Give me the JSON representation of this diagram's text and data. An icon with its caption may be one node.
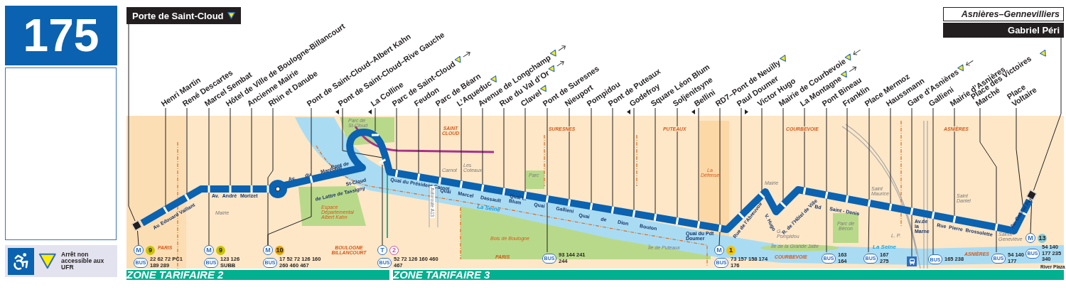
{
  "diagram": {
    "title": "175",
    "nodes": [
      {
        "text": [
          "Porte de Saint-Cloud"
        ]
      },
      {
        "text": [
          "Henri Martin"
        ]
      },
      {
        "text": [
          "René Descartes"
        ]
      },
      {
        "text": [
          "Marcel Sembat"
        ]
      },
      {
        "text": [
          "Hôtel de Ville de Boulogne-Billancourt"
        ]
      },
      {
        "text": [
          "Ancienne Mairie"
        ]
      },
      {
        "text": [
          "Rhin et Danube"
        ]
      },
      {
        "text": [
          "Pont de Saint-Cloud–Albert Kahn"
        ]
      },
      {
        "text": [
          "Pont de Saint-Cloud–Rive Gauche"
        ]
      },
      {
        "text": [
          "La Colline"
        ]
      },
      {
        "text": [
          "Parc de Saint-Cloud"
        ]
      },
      {
        "text": [
          "Feudon"
        ]
      },
      {
        "text": [
          "Parc de Béarn"
        ]
      },
      {
        "text": [
          "L’Aqueduc"
        ]
      },
      {
        "text": [
          "Avenue de Longchamp"
        ]
      },
      {
        "text": [
          "Rue du Val d’Or"
        ]
      },
      {
        "text": [
          "Clavel"
        ]
      },
      {
        "text": [
          "Pont de Suresnes"
        ]
      },
      {
        "text": [
          "Nieuport"
        ]
      },
      {
        "text": [
          "Pompidou"
        ]
      },
      {
        "text": [
          "Pont de Puteaux"
        ]
      },
      {
        "text": [
          "Godefroy"
        ]
      },
      {
        "text": [
          "Square Léon Blum"
        ]
      },
      {
        "text": [
          "Soljenitsyne"
        ]
      },
      {
        "text": [
          "Bellini"
        ]
      },
      {
        "text": [
          "RD7–Pont de Neuilly"
        ]
      },
      {
        "text": [
          "Paul Doumer"
        ]
      },
      {
        "text": [
          "Victor Hugo"
        ]
      },
      {
        "text": [
          "Mairie de Courbevoie"
        ]
      },
      {
        "text": [
          "La Montagne"
        ]
      },
      {
        "text": [
          "Pont Bineau"
        ]
      },
      {
        "text": [
          "Franklin"
        ]
      },
      {
        "text": [
          "Place Mermoz"
        ]
      },
      {
        "text": [
          "Haussmann"
        ]
      },
      {
        "text": [
          "Gare d’Asnières"
        ]
      },
      {
        "text": [
          "Gallieni"
        ]
      },
      {
        "text": [
          "Mairie d’Asnières"
        ]
      },
      {
        "text": [
          "Place des Victoires Marché"
        ]
      },
      {
        "text": [
          "Place Voltaire"
        ]
      },
      {
        "text": [
          "Asnières–Gennevilliers",
          "Gabriel Péri"
        ]
      },
      {
        "text": [],
        "shape": "box"
      },
      {
        "text": [],
        "shape": "box"
      },
      {
        "text": [
          "M",
          "9",
          "BUS",
          "22 62 72 PC1 189 289"
        ]
      },
      {
        "text": [
          "M",
          "9",
          "BUS",
          "123 126 SUBB"
        ]
      },
      {
        "text": [
          "M",
          "10",
          "BUS",
          "17 52 72 126 160 260 460 467"
        ]
      },
      {
        "text": [
          "T",
          "2",
          "BUS",
          "52 72 126 160 460 467"
        ]
      },
      {
        "text": [
          "BUS",
          "93 144 241 244"
        ]
      },
      {
        "text": [
          "M",
          "1",
          "BUS",
          "73 157 158 174 176"
        ]
      },
      {
        "text": [
          "BUS",
          "163 164"
        ]
      },
      {
        "text": [
          "BUS",
          "167 275"
        ]
      },
      {
        "text": [],
        "shape": "picture"
      },
      {
        "text": [
          "BUS",
          "165 238"
        ]
      },
      {
        "text": [
          "BUS",
          "54 140 177"
        ]
      },
      {
        "text": [
          "M",
          "13",
          "BUS",
          "54 140 177 235 340",
          "River Plaza"
        ]
      },
      {
        "text": [],
        "shape": "bar"
      },
      {
        "text": [],
        "shape": "bar"
      },
      {
        "text": [],
        "shape": "bar"
      },
      {
        "text": [],
        "shape": "bar"
      },
      {
        "text": [],
        "shape": "bar"
      },
      {
        "text": [],
        "shape": "bar"
      },
      {
        "text": [],
        "shape": "bar"
      },
      {
        "text": [],
        "shape": "bar"
      },
      {
        "text": [],
        "shape": "bar"
      },
      {
        "text": [],
        "shape": "bar"
      },
      {
        "text": [],
        "shape": "bar"
      },
      {
        "text": [],
        "shape": "bar"
      },
      {
        "text": [],
        "shape": "bar"
      },
      {
        "text": [],
        "shape": "bar"
      },
      {
        "text": [],
        "shape": "bar"
      },
      {
        "text": [],
        "shape": "bar"
      },
      {
        "text": [],
        "shape": "bar"
      },
      {
        "text": [],
        "shape": "bar"
      },
      {
        "text": [],
        "shape": "bar"
      },
      {
        "text": [],
        "shape": "bar"
      },
      {
        "text": [],
        "shape": "bar"
      },
      {
        "text": [],
        "shape": "bar"
      },
      {
        "text": [],
        "shape": "bar"
      },
      {
        "text": [],
        "shape": "bar"
      },
      {
        "text": [],
        "shape": "bar"
      },
      {
        "text": [],
        "shape": "bar"
      },
      {
        "text": [],
        "shape": "bar"
      },
      {
        "text": [],
        "shape": "bar"
      },
      {
        "text": [],
        "shape": "bar"
      },
      {
        "text": [],
        "shape": "bar"
      },
      {
        "text": [],
        "shape": "bar"
      },
      {
        "text": [],
        "shape": "bar"
      },
      {
        "text": [],
        "shape": "bar"
      },
      {
        "text": [],
        "shape": "bar"
      },
      {
        "text": [],
        "shape": "bar"
      },
      {
        "text": [],
        "shape": "bar"
      },
      {
        "text": [],
        "shape": "bar"
      },
      {
        "text": [],
        "shape": "bar"
      }
    ],
    "edges": [
      {
        "from": 0,
        "to": 40,
        "arrow": "none"
      },
      {
        "from": 40,
        "to": 42,
        "arrow": "none"
      },
      {
        "from": 1,
        "to": 54,
        "arrow": "none"
      },
      {
        "from": 2,
        "to": 55,
        "arrow": "none"
      },
      {
        "from": 3,
        "to": 56,
        "arrow": "none"
      },
      {
        "from": 4,
        "to": 57,
        "arrow": "none"
      },
      {
        "from": 5,
        "to": 58,
        "arrow": "none"
      },
      {
        "from": 6,
        "to": 59,
        "arrow": "none"
      },
      {
        "from": 7,
        "to": 60,
        "arrow": "none"
      },
      {
        "from": 8,
        "to": 61,
        "arrow": "none"
      },
      {
        "from": 9,
        "to": 62,
        "arrow": "none"
      },
      {
        "from": 10,
        "to": 63,
        "arrow": "none"
      },
      {
        "from": 11,
        "to": 64,
        "arrow": "none"
      },
      {
        "from": 12,
        "to": 65,
        "arrow": "none"
      },
      {
        "from": 13,
        "to": 66,
        "arrow": "none"
      },
      {
        "from": 14,
        "to": 67,
        "arrow": "none"
      },
      {
        "from": 15,
        "to": 68,
        "arrow": "none"
      },
      {
        "from": 16,
        "to": 69,
        "arrow": "none"
      },
      {
        "from": 17,
        "to": 70,
        "arrow": "none"
      },
      {
        "from": 18,
        "to": 71,
        "arrow": "none"
      },
      {
        "from": 19,
        "to": 72,
        "arrow": "none"
      },
      {
        "from": 20,
        "to": 73,
        "arrow": "none"
      },
      {
        "from": 21,
        "to": 74,
        "arrow": "none"
      },
      {
        "from": 22,
        "to": 75,
        "arrow": "none"
      },
      {
        "from": 23,
        "to": 76,
        "arrow": "none"
      },
      {
        "from": 24,
        "to": 77,
        "arrow": "none"
      },
      {
        "from": 25,
        "to": 78,
        "arrow": "none"
      },
      {
        "from": 26,
        "to": 79,
        "arrow": "none"
      },
      {
        "from": 27,
        "to": 80,
        "arrow": "none"
      },
      {
        "from": 28,
        "to": 81,
        "arrow": "none"
      },
      {
        "from": 29,
        "to": 82,
        "arrow": "none"
      },
      {
        "from": 30,
        "to": 83,
        "arrow": "none"
      },
      {
        "from": 31,
        "to": 84,
        "arrow": "none"
      },
      {
        "from": 32,
        "to": 85,
        "arrow": "none"
      },
      {
        "from": 33,
        "to": 86,
        "arrow": "none"
      },
      {
        "from": 34,
        "to": 87,
        "arrow": "none"
      },
      {
        "from": 35,
        "to": 88,
        "arrow": "none"
      },
      {
        "from": 36,
        "to": 89,
        "arrow": "none"
      },
      {
        "from": 37,
        "to": 90,
        "arrow": "none"
      },
      {
        "from": 38,
        "to": 91,
        "arrow": "none"
      },
      {
        "from": 56,
        "to": 43,
        "arrow": "none"
      },
      {
        "from": 59,
        "to": 44,
        "arrow": "none"
      },
      {
        "from": 60,
        "to": 44,
        "arrow": "none"
      },
      {
        "from": 61,
        "to": 45,
        "arrow": "none"
      },
      {
        "from": 70,
        "to": 46,
        "arrow": "none"
      },
      {
        "from": 78,
        "to": 47,
        "arrow": "none"
      },
      {
        "from": 83,
        "to": 48,
        "arrow": "none"
      },
      {
        "from": 85,
        "to": 49,
        "arrow": "none"
      },
      {
        "from": 87,
        "to": 50,
        "arrow": "none"
      },
      {
        "from": 88,
        "to": 51,
        "arrow": "none"
      },
      {
        "from": 90,
        "to": 52,
        "arrow": "none"
      },
      {
        "from": 39,
        "to": 41,
        "arrow": "none"
      },
      {
        "from": 41,
        "to": 53,
        "arrow": "none"
      },
      {
        "from": 40,
        "to": 41,
        "arrow": "none",
        "style": "thick",
        "color": "#0a62b0"
      }
    ],
    "labels": [
      "Av. Edouard Vaillant",
      "Av. André Morizet",
      "Av. du Maréchal",
      "de Lattre de Tassigny",
      "Pont de",
      "St-Cloud",
      "Quai du Président Carnot",
      "Quai Marcel Dassault",
      "Quai L. Blum",
      "Quai Gallieni",
      "Quai de Dion Bouton",
      "Quai du Pdt Doumer",
      "Rue de l’Abreuvoir",
      "V. Hugo",
      "R. de l’Hôtel de Ville",
      "Bd",
      "Saint - Denis",
      "Av.de la Marne",
      "Rue Pierre Brossolette",
      "Av. Gabriel Péri",
      "PARIS",
      "BOULOGNE BILLANCOURT",
      "SAINT CLOUD",
      "SURESNES",
      "PUTEAUX",
      "COURBEVOIE",
      "ASNIÈRES",
      "PARIS",
      "COURBEVOIE",
      "ASNIÈRES",
      "Espace Départemental Albert Kahn",
      "Bois de Boulogne",
      "La Défense",
      "Parc de St-Cloud",
      "Mairie",
      "Carnot",
      "Les Coteaux",
      "Parc",
      "Île de Puteaux",
      "G. Pompidou",
      "Mairie",
      "Île de la Grande Jatte",
      "Parc de Bécon",
      "Saint Maurice",
      "L. P.",
      "Saint Daniel",
      "Sainte Geneviève",
      "La Seine",
      "La Seine",
      "Autoroute A13",
      "ZONE TARIFAIRE 2",
      "ZONE TARIFAIRE 3"
    ],
    "legend": [
      {
        "text": "Arrêt non accessible aux UFR"
      }
    ]
  }
}
